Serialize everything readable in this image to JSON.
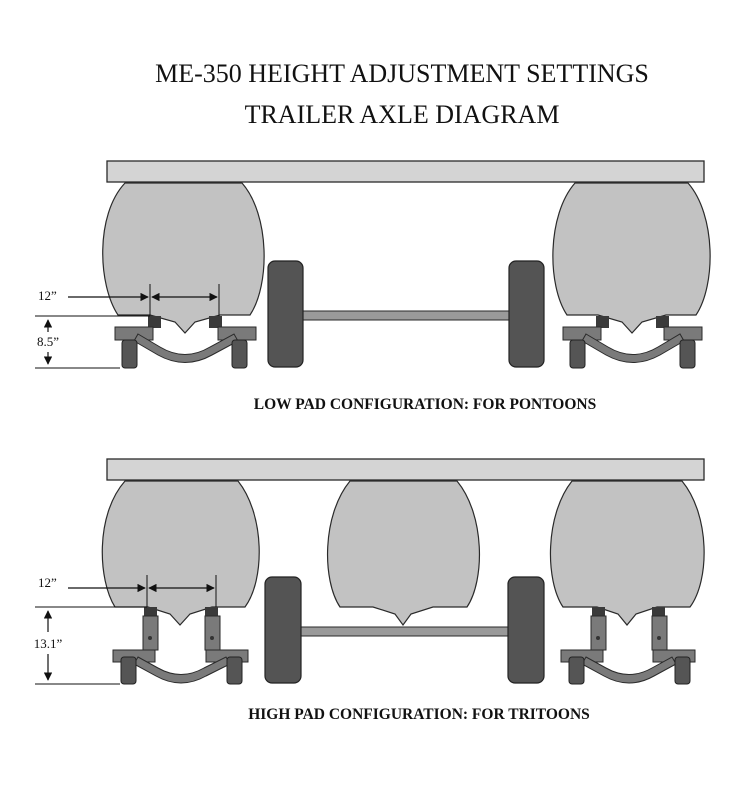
{
  "title": {
    "line1": "ME-350 HEIGHT ADJUSTMENT SETTINGS",
    "line2": "TRAILER AXLE DIAGRAM"
  },
  "low_config": {
    "caption": "LOW PAD CONFIGURATION: FOR PONTOONS",
    "width_label": "12”",
    "height_label": "8.5”"
  },
  "high_config": {
    "caption": "HIGH PAD CONFIGURATION: FOR TRITOONS",
    "width_label": "12”",
    "height_label": "13.1”"
  },
  "colors": {
    "deck": "#d4d4d4",
    "pontoon": "#c2c2c2",
    "wheel": "#545454",
    "axle": "#9a9a9a",
    "bracket": "#7a7a7a",
    "outline": "#2a2a2a"
  }
}
